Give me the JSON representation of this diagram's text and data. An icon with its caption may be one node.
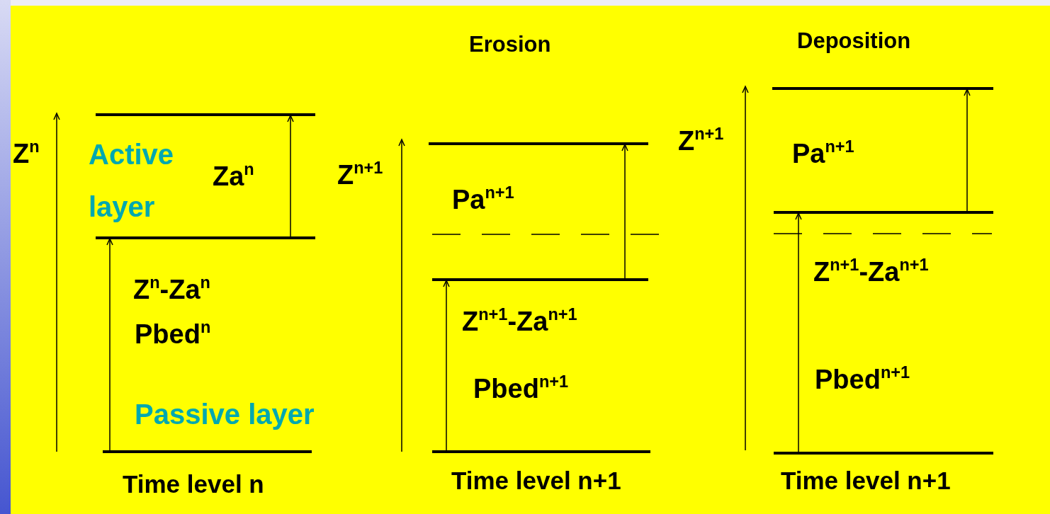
{
  "diagram": {
    "labels": [
      "Z$^{n}$",
      "Active layer",
      "Za$^{n}$",
      "Z$^{n}$-Za$^{n}$",
      "Pbed$^{n}$",
      "Passive layer",
      "Time level n",
      "Erosion",
      "Z$^{n+1}$",
      "Pa$^{n+1}$",
      "Z$^{n+1}$-Za$^{n+1}$",
      "Pbed$^{n+1}$",
      "Time level n+1",
      "Deposition",
      "Z$^{n+1}$",
      "Pa$^{n+1}$",
      "Z$^{n+1}$-Za$^{n+1}$",
      "Pbed$^{n+1}$",
      "Time level n+1"
    ]
  }
}
